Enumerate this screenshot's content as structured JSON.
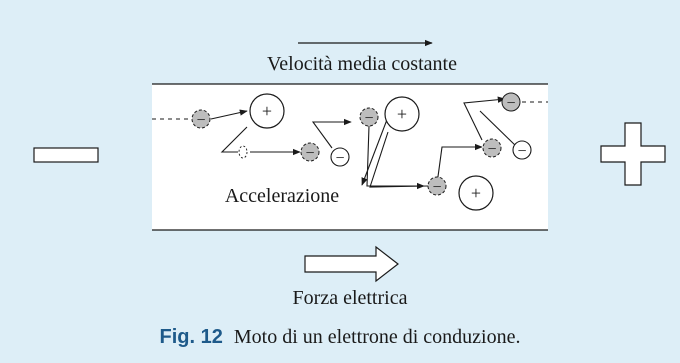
{
  "diagram": {
    "velocity_label": "Velocità media costante",
    "acceleration_label": "Accelerazione",
    "force_label": "Forza elettrica",
    "electron_sign": "−",
    "ion_sign": "+",
    "colors": {
      "background": "#ddeef7",
      "conductor": "#ffffff",
      "electron_fill": "#bdbdbd",
      "stroke": "#1a1a1a",
      "caption_label": "#1e5a8a"
    },
    "icons": {
      "negative_terminal": "minus-sign",
      "positive_terminal": "plus-sign",
      "force_direction": "hollow-right-arrow"
    }
  },
  "caption": {
    "label": "Fig. 12",
    "text": "Moto di un elettrone di conduzione."
  }
}
